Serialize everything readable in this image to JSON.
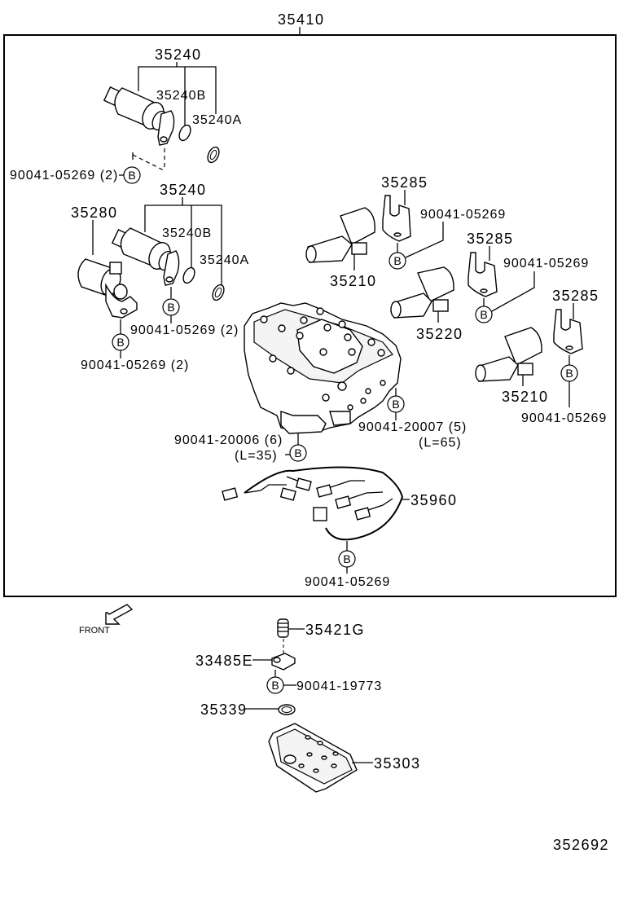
{
  "diagram": {
    "title_part": "35410",
    "figure_id": "352692",
    "front_label": "FRONT",
    "bolt_marker": "B",
    "upper_solenoid": {
      "assembly": "35240",
      "o_ring_b": "35240B",
      "o_ring_a": "35240A",
      "bolt": "90041-05269 (2)"
    },
    "middle_solenoid": {
      "assembly": "35240",
      "o_ring_b": "35240B",
      "o_ring_a": "35240A",
      "bolt": "90041-05269 (2)"
    },
    "solenoid_35280": {
      "part": "35280",
      "bolt": "90041-05269 (2)"
    },
    "right_solenoids": [
      {
        "solenoid": "35210",
        "bracket": "35285",
        "bolt": "90041-05269"
      },
      {
        "solenoid": "35220",
        "bracket": "35285",
        "bolt": "90041-05269"
      },
      {
        "solenoid": "35210",
        "bracket": "35285",
        "bolt": "90041-05269"
      }
    ],
    "valve_body": {
      "bolt_short": "90041-20006 (6)",
      "bolt_short_length": "(L=35)",
      "bolt_long": "90041-20007 (5)",
      "bolt_long_length": "(L=65)"
    },
    "wire_harness": {
      "part": "35960",
      "bolt": "90041-05269"
    },
    "lower_parts": {
      "spring": "35421G",
      "retainer": "33485E",
      "retainer_bolt": "90041-19773",
      "o_ring": "35339",
      "strainer": "35303"
    }
  }
}
